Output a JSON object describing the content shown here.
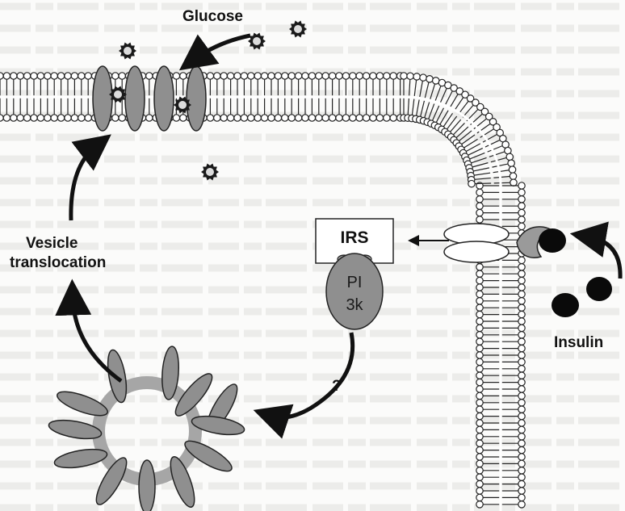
{
  "labels": {
    "glucose": "Glucose",
    "vesicle_line1": "Vesicle",
    "vesicle_line2": "translocation",
    "irs": "IRS",
    "pi3k_line1": "PI",
    "pi3k_line2": "3k",
    "question": "?",
    "insulin": "Insulin"
  },
  "colors": {
    "protein_gray": "#8f8f8f",
    "vesicle_ring": "#a6a6a6",
    "ink": "#111111",
    "show_through_text": "#e6e6e4"
  }
}
